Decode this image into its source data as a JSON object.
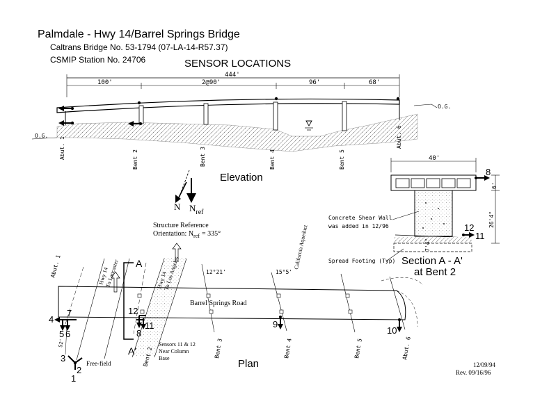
{
  "header": {
    "title": "Palmdale - Hwy 14/Barrel Springs Bridge",
    "subtitle1": "Caltrans Bridge No. 53-1794 (07-LA-14-R57.37)",
    "subtitle2": "CSMIP Station No. 24706",
    "heading": "SENSOR LOCATIONS"
  },
  "elevation": {
    "title": "Elevation",
    "total_span": "444'",
    "spans": [
      "100'",
      "2@90'",
      "96'",
      "68'"
    ],
    "og_label": "O.G.",
    "supports": [
      "Abut. 1",
      "Bent 2",
      "Bent 3",
      "Bent 4",
      "Bent 5",
      "Abut. 6"
    ]
  },
  "north": {
    "n_label": "N",
    "nref_label": "N",
    "nref_sub": "ref",
    "orientation_line1": "Structure Reference",
    "orientation_line2_pre": "Orientation: N",
    "orientation_sub": "ref",
    "orientation_value": "= 335°"
  },
  "section": {
    "title_line1": "Section A - A'",
    "title_line2": "at Bent 2",
    "width_dim": "40'",
    "depth_dim": "6'",
    "height_dim": "26'4\"",
    "footing_dim": "7'4\"",
    "shear_wall_line1": "Concrete Shear Wall",
    "shear_wall_line2": "was added in 12/96",
    "footing_label": "Spread Footing (Typ)",
    "sensors": [
      "8",
      "12",
      "11"
    ]
  },
  "plan": {
    "title": "Plan",
    "road": "Barrel Springs Road",
    "hwy_north_line1": "Hwy 14",
    "hwy_north_line2": "To Lancaster",
    "hwy_south_line1": "Hwy 14",
    "hwy_south_line2": "To Los Angeles",
    "aqueduct": "California Aqueduct",
    "skew1": "12°21'",
    "skew2": "15°5'",
    "section_mark_a": "A",
    "section_mark_a2": "A'",
    "sensor_note_line1": "Sensors 11 & 12",
    "sensor_note_line2": "Near Column",
    "sensor_note_line3": "Base",
    "free_field": "Free-field",
    "offset_dim": "52'",
    "supports": [
      "Abut. 1",
      "Bent 2",
      "Bent 3",
      "Bent 4",
      "Bent 5",
      "Abut. 6"
    ],
    "sensors": [
      "4",
      "7",
      "5",
      "6",
      "12",
      "11",
      "8",
      "9",
      "10",
      "3",
      "2",
      "1"
    ]
  },
  "footer": {
    "date1": "12/09/94",
    "date2": "Rev. 09/16/96"
  }
}
